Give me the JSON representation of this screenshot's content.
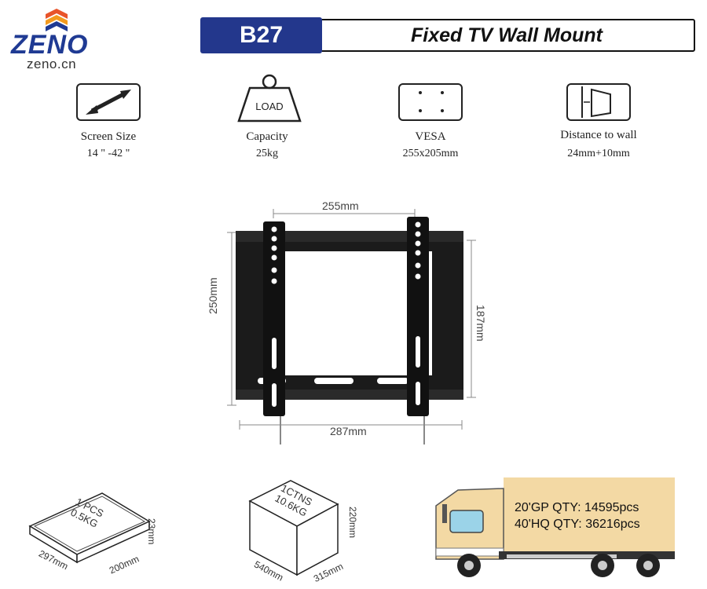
{
  "logo": {
    "brand": "ZENO",
    "url": "zeno.cn"
  },
  "header": {
    "code": "B27",
    "title": "Fixed TV Wall Mount"
  },
  "specs": [
    {
      "icon": "screen-size-icon",
      "label": "Screen Size",
      "value": "14 \" -42 \""
    },
    {
      "icon": "load-weight-icon",
      "icon_text": "LOAD",
      "label": "Capacity",
      "value": "25kg"
    },
    {
      "icon": "vesa-pattern-icon",
      "label": "VESA",
      "value": "255x205mm"
    },
    {
      "icon": "wall-distance-icon",
      "label": "Distance to wall",
      "value": "24mm+10mm"
    }
  ],
  "product": {
    "dim_top": "255mm",
    "dim_left": "250mm",
    "dim_right": "187mm",
    "dim_bottom": "287mm",
    "color": "#1b1b1b"
  },
  "packaging": {
    "inner": {
      "top_text_1": "1 PCS",
      "top_text_2": "0.5KG",
      "length": "297mm",
      "width": "200mm",
      "height": "23mm"
    },
    "carton": {
      "top_text_1": "1CTNS",
      "top_text_2": "10.6KG",
      "length": "540mm",
      "width": "315mm",
      "height": "220mm"
    }
  },
  "shipping": {
    "gp20": "20'GP QTY: 14595pcs",
    "hq40": "40'HQ QTY: 36216pcs",
    "cargo_color": "#f3d9a4"
  }
}
